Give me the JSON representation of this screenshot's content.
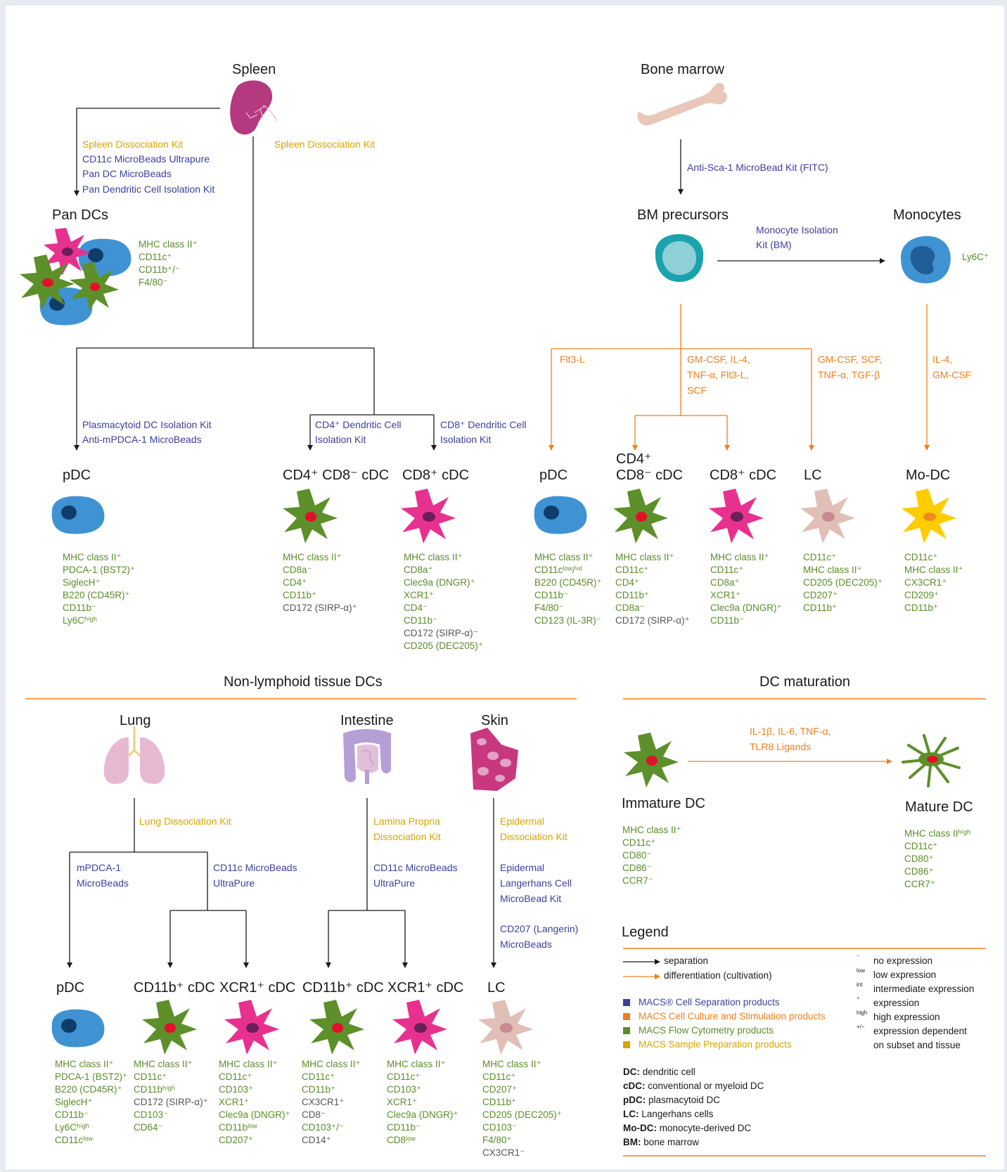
{
  "headings": {
    "spleen": "Spleen",
    "bone_marrow": "Bone marrow",
    "pan_dcs": "Pan DCs",
    "bm_precursors": "BM precursors",
    "monocytes": "Monocytes",
    "spleen_pdc": "pDC",
    "spleen_cd4": "CD4⁺ CD8⁻ cDC",
    "spleen_cd8": "CD8⁺ cDC",
    "bm_pdc": "pDC",
    "bm_cd4_a": "CD4⁺",
    "bm_cd4_b": "CD8⁻ cDC",
    "bm_cd8": "CD8⁺ cDC",
    "bm_lc": "LC",
    "bm_modc": "Mo-DC",
    "nonlymphoid": "Non-lymphoid tissue DCs",
    "dc_maturation": "DC maturation",
    "lung": "Lung",
    "intestine": "Intestine",
    "skin": "Skin",
    "lung_pdc": "pDC",
    "lung_cd11b": "CD11b⁺ cDC",
    "lung_xcr1": "XCR1⁺ cDC",
    "int_cd11b": "CD11b⁺ cDC",
    "int_xcr1": "XCR1⁺ cDC",
    "skin_lc": "LC",
    "immature_dc": "Immature DC",
    "mature_dc": "Mature DC",
    "legend": "Legend"
  },
  "kits": {
    "spleen_left": [
      "Spleen Dissociation Kit",
      "CD11c MicroBeads Ultrapure",
      "Pan DC MicroBeads",
      "Pan Dendritic Cell Isolation Kit"
    ],
    "spleen_right": "Spleen Dissociation Kit",
    "sca1": "Anti-Sca-1 MicroBead Kit (FITC)",
    "monocyte": [
      "Monocyte Isolation",
      "Kit (BM)"
    ],
    "pdc_kit": [
      "Plasmacytoid DC Isolation Kit",
      "Anti-mPDCA-1 MicroBeads"
    ],
    "cd4_kit": [
      "CD4⁺ Dendritic Cell",
      "Isolation Kit"
    ],
    "cd8_kit": [
      "CD8⁺ Dendritic Cell",
      "Isolation Kit"
    ],
    "flt3": "Flt3-L",
    "gmcsf1": [
      "GM-CSF, IL-4,",
      "TNF-α, Flt3-L,",
      "SCF"
    ],
    "gmcsf2": [
      "GM-CSF, SCF,",
      "TNF-α, TGF-β"
    ],
    "il4": [
      "IL-4,",
      "GM-CSF"
    ],
    "lung_diss": "Lung Dissociation Kit",
    "mpdca": [
      "mPDCA-1",
      "MicroBeads"
    ],
    "cd11c_lung": [
      "CD11c MicroBeads",
      "UltraPure"
    ],
    "lamina": [
      "Lamina Propria",
      "Dissociation Kit"
    ],
    "cd11c_int": [
      "CD11c MicroBeads",
      "UltraPure"
    ],
    "epidermal": [
      "Epidermal",
      "Dissociation Kit"
    ],
    "langerhans": [
      "Epidermal",
      "Langerhans Cell",
      "MicroBead Kit"
    ],
    "cd207": [
      "CD207 (Langerin)",
      "MicroBeads"
    ],
    "maturation": [
      "IL-1β, IL-6, TNF-α,",
      "TLR8 Ligands"
    ]
  },
  "markers": {
    "pan": [
      "MHC class II⁺",
      "CD11c⁺",
      "CD11b⁺/⁻",
      "F4/80⁻"
    ],
    "monocytes": [
      "Ly6C⁺"
    ],
    "spleen_pdc": [
      "MHC class II⁺",
      "PDCA-1 (BST2)⁺",
      "SiglecH⁺",
      "B220 (CD45R)⁺",
      "CD11b⁻",
      "Ly6Cʰⁱᵍʰ"
    ],
    "spleen_cd4": [
      "MHC class II⁺",
      "CD8a⁻",
      "CD4⁺",
      "CD11b⁺",
      "CD172 (SIRP-α)⁺"
    ],
    "spleen_cd8": [
      "MHC class II⁺",
      "CD8a⁺",
      "Clec9a (DNGR)⁺",
      "XCR1⁺",
      "CD4⁻",
      "CD11b⁻",
      "CD172 (SIRP-α)⁻",
      "CD205 (DEC205)⁺"
    ],
    "bm_pdc": [
      "MHC class II⁺",
      "CD11cˡᵒʷ/ⁱⁿᵗ",
      "B220 (CD45R)⁺",
      "CD11b⁻",
      "F4/80⁻",
      "CD123 (IL-3R)⁻"
    ],
    "bm_cd4": [
      "MHC class II⁺",
      "CD11c⁺",
      "CD4⁺",
      "CD11b⁺",
      "CD8a⁻",
      "CD172 (SIRP-α)⁺"
    ],
    "bm_cd8": [
      "MHC class II⁺",
      "CD11c⁺",
      "CD8a⁺",
      "XCR1⁺",
      "Clec9a (DNGR)⁺",
      "CD11b⁻"
    ],
    "bm_lc": [
      "CD11c⁺",
      "MHC class II⁺",
      "CD205 (DEC205)⁺",
      "CD207⁺",
      "CD11b⁺"
    ],
    "bm_modc": [
      "CD11c⁺",
      "MHC class II⁺",
      "CX3CR1⁺",
      "CD209⁺",
      "CD11b⁺"
    ],
    "immature": [
      "MHC class II⁺",
      "CD11c⁺",
      "CD80⁻",
      "CD86⁻",
      "CCR7⁻"
    ],
    "mature": [
      "MHC class IIʰⁱᵍʰ",
      "CD11c⁺",
      "CD80⁺",
      "CD86⁺",
      "CCR7⁺"
    ],
    "lung_pdc": [
      "MHC class II⁺",
      "PDCA-1 (BST2)⁺",
      "B220 (CD45R)⁺",
      "SiglecH⁺",
      "CD11b⁻",
      "Ly6Cʰⁱᵍʰ",
      "CD11cˡᵒʷ"
    ],
    "lung_cd11b": [
      "MHC class II⁺",
      "CD11c⁺",
      "CD11bʰⁱᵍʰ",
      "CD172 (SIRP-α)⁺",
      "CD103⁻",
      "CD64⁻"
    ],
    "lung_xcr1": [
      "MHC class II⁺",
      "CD11c⁺",
      "CD103⁺",
      "XCR1⁺",
      "Clec9a (DNGR)⁺",
      "CD11bˡᵒʷ",
      "CD207⁺"
    ],
    "int_cd11b": [
      "MHC class II⁺",
      "CD11c⁺",
      "CD11b⁺",
      "CX3CR1⁺",
      "CD8⁻",
      "CD103⁺/⁻",
      "CD14⁺"
    ],
    "int_xcr1": [
      "MHC class II⁺",
      "CD11c⁺",
      "CD103⁺",
      "XCR1⁺",
      "Clec9a (DNGR)⁺",
      "CD11b⁻",
      "CD8ˡᵒʷ"
    ],
    "skin_lc": [
      "MHC class II⁺",
      "CD11c⁺",
      "CD207⁺",
      "CD11b⁺",
      "CD205 (DEC205)⁺",
      "CD103⁻",
      "F4/80⁺",
      "CX3CR1⁻"
    ]
  },
  "legend": {
    "separation": "separation",
    "differentiation": "differentiation (cultivation)",
    "products": [
      {
        "label": "MACS® Cell Separation products",
        "color": "#3b3f9c"
      },
      {
        "label": "MACS Cell Culture and Stimulation products",
        "color": "#f07f1c"
      },
      {
        "label": "MACS Flow Cytometry products",
        "color": "#5a8c2a"
      },
      {
        "label": "MACS Sample Preparation products",
        "color": "#d8a400"
      }
    ],
    "symbols": [
      {
        "sym": "⁻",
        "text": "no expression"
      },
      {
        "sym": "low",
        "text": "low expression"
      },
      {
        "sym": "int",
        "text": "intermediate expression"
      },
      {
        "sym": "⁺",
        "text": "expression"
      },
      {
        "sym": "high",
        "text": "high expression"
      },
      {
        "sym": "+/–",
        "text": "expression dependent"
      },
      {
        "sym": "",
        "text": "on subset and tissue"
      }
    ],
    "abbrev": [
      {
        "k": "DC:",
        "v": "dendritic cell"
      },
      {
        "k": "cDC:",
        "v": "conventional or myeloid DC"
      },
      {
        "k": "pDC:",
        "v": "plasmacytoid DC"
      },
      {
        "k": "LC:",
        "v": "Langerhans cells"
      },
      {
        "k": "Mo-DC:",
        "v": "monocyte-derived DC"
      },
      {
        "k": "BM:",
        "v": "bone marrow"
      }
    ]
  },
  "colors": {
    "separation_line": "#1a1a1a",
    "differentiation_line": "#f07f1c",
    "cell_blue": "#3f93d3",
    "cell_green": "#5d8f2a",
    "cell_pink": "#e8318f",
    "cell_beige": "#e0bfb7",
    "cell_yellow": "#ffcc00"
  }
}
